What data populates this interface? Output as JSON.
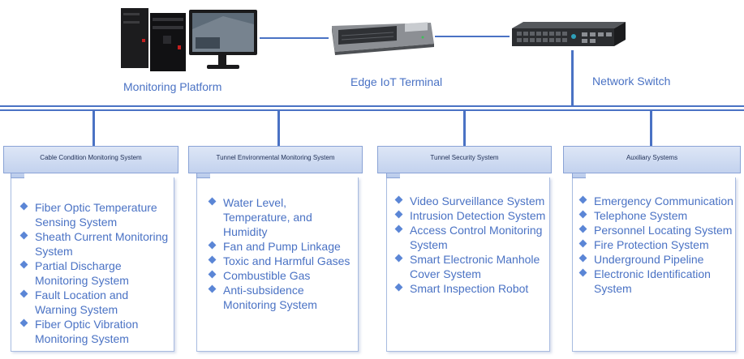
{
  "nodes": {
    "monitoring_platform": "Monitoring Platform",
    "edge_terminal": "Edge IoT Terminal",
    "network_switch": "Network Switch"
  },
  "systems": [
    {
      "title": "Cable Condition Monitoring System",
      "items": [
        "Fiber Optic Temperature Sensing System",
        "Sheath Current Monitoring System",
        "Partial Discharge Monitoring System",
        "Fault Location and Warning System",
        "Fiber Optic Vibration Monitoring System"
      ]
    },
    {
      "title": "Tunnel Environmental Monitoring System",
      "items": [
        "Water Level, Temperature, and Humidity",
        "Fan and Pump Linkage",
        "Toxic and Harmful Gases",
        "Combustible Gas",
        "Anti-subsidence Monitoring System"
      ]
    },
    {
      "title": "Tunnel Security System",
      "items": [
        "Video Surveillance System",
        "Intrusion Detection System",
        "Access Control Monitoring System",
        "Smart Electronic Manhole Cover System",
        "Smart Inspection Robot"
      ]
    },
    {
      "title": "Auxiliary Systems",
      "items": [
        "Emergency Communication",
        "Telephone System",
        "Personnel Locating System",
        "Fire Protection System",
        "Underground Pipeline",
        "Electronic Identification System"
      ]
    }
  ]
}
